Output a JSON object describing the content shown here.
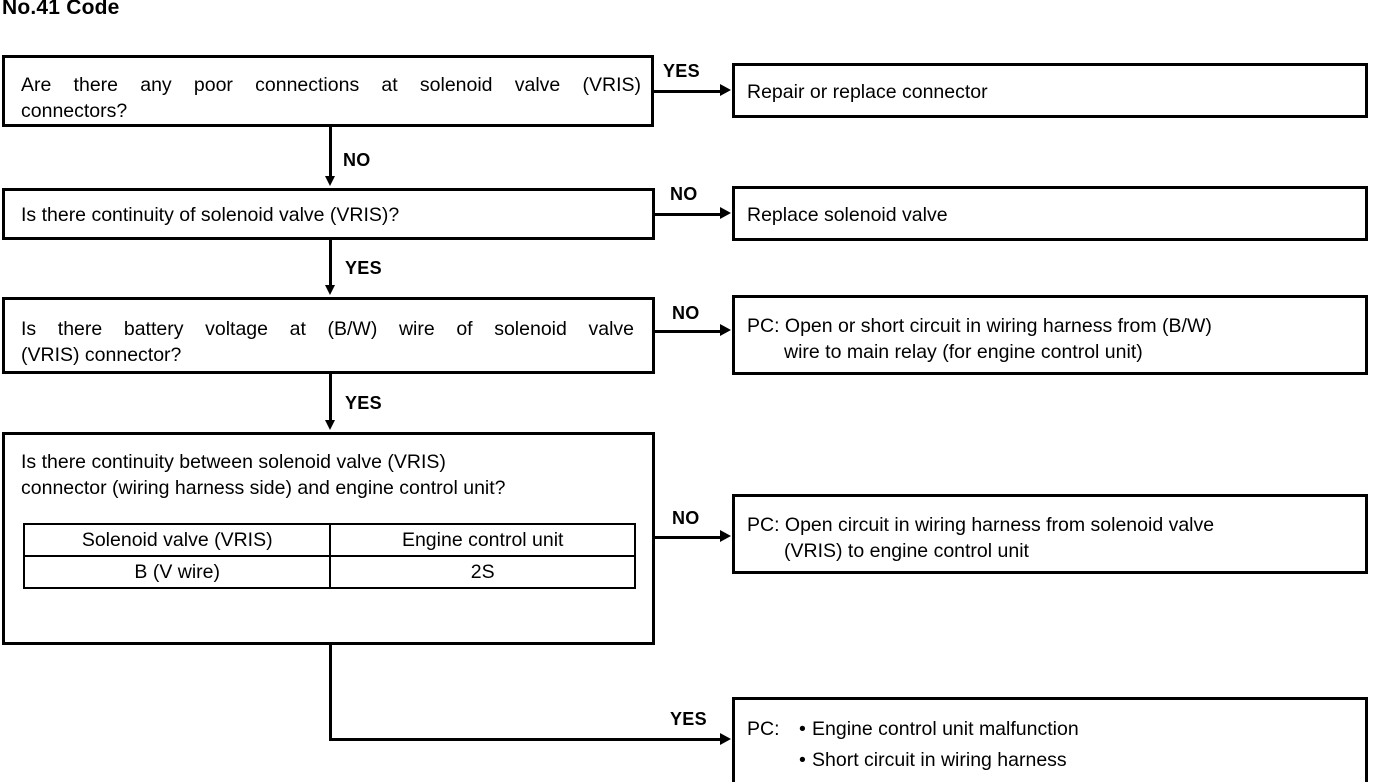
{
  "title": "No.41 Code",
  "flowchart": {
    "type": "troubleshooting-flowchart",
    "decisions": [
      {
        "id": "q1",
        "text_lines": [
          "Are there any poor connections at solenoid valve (VRIS)",
          "connectors?"
        ],
        "branch_label_right": "YES",
        "branch_label_down": "NO"
      },
      {
        "id": "q2",
        "text_lines": [
          "Is there continuity of solenoid valve (VRIS)?"
        ],
        "branch_label_right": "NO",
        "branch_label_down": "YES"
      },
      {
        "id": "q3",
        "text_lines": [
          "Is there battery voltage at (B/W) wire of solenoid valve",
          "(VRIS) connector?"
        ],
        "branch_label_right": "NO",
        "branch_label_down": "YES"
      },
      {
        "id": "q4",
        "text_lines": [
          "Is there continuity between solenoid valve (VRIS)",
          "connector (wiring harness side) and engine control unit?"
        ],
        "branch_label_right": "NO",
        "branch_label_down": "YES",
        "table": {
          "headers": [
            "Solenoid valve (VRIS)",
            "Engine control unit"
          ],
          "rows": [
            [
              "B (V wire)",
              "2S"
            ]
          ]
        }
      }
    ],
    "actions": [
      {
        "id": "a1",
        "lines": [
          "Repair or replace connector"
        ],
        "indent_second_line": false
      },
      {
        "id": "a2",
        "lines": [
          "Replace solenoid valve"
        ],
        "indent_second_line": false
      },
      {
        "id": "a3",
        "lines": [
          "PC: Open or short circuit in wiring harness from (B/W)",
          "wire to main relay (for engine control unit)"
        ],
        "indent_second_line": true
      },
      {
        "id": "a4",
        "lines": [
          "PC: Open circuit in wiring harness from solenoid valve",
          "(VRIS) to engine control unit"
        ],
        "indent_second_line": true
      },
      {
        "id": "a5",
        "label": "PC:",
        "bullets": [
          "Engine control unit malfunction",
          "Short circuit in wiring harness"
        ]
      }
    ]
  },
  "colors": {
    "ink": "#000000",
    "paper": "#ffffff"
  }
}
